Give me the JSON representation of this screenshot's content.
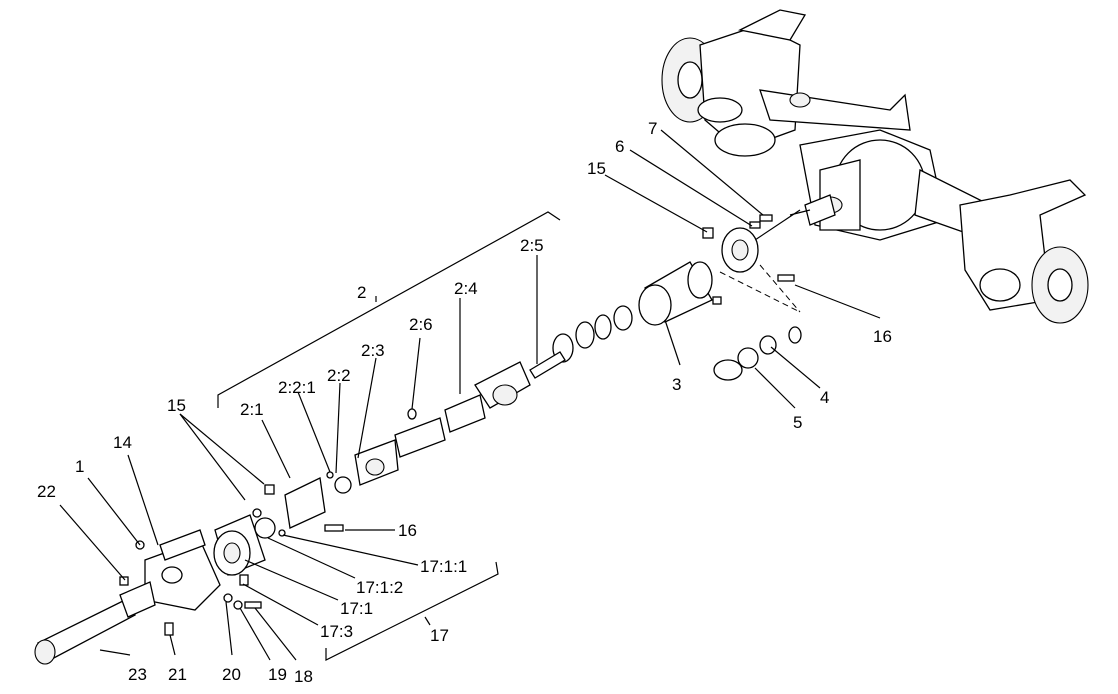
{
  "callouts": {
    "c1": "1",
    "c2": "2",
    "c2_1": "2:1",
    "c2_2": "2:2",
    "c2_2_1": "2:2:1",
    "c2_3": "2:3",
    "c2_4": "2:4",
    "c2_5": "2:5",
    "c2_6": "2:6",
    "c3": "3",
    "c4": "4",
    "c5": "5",
    "c6": "6",
    "c7": "7",
    "c14": "14",
    "c15a": "15",
    "c15b": "15",
    "c16a": "16",
    "c16b": "16",
    "c17": "17",
    "c17_1": "17:1",
    "c17_1_1": "17:1:1",
    "c17_1_2": "17:1:2",
    "c17_3": "17:3",
    "c18": "18",
    "c19": "19",
    "c20": "20",
    "c21": "21",
    "c22": "22",
    "c23": "23"
  }
}
